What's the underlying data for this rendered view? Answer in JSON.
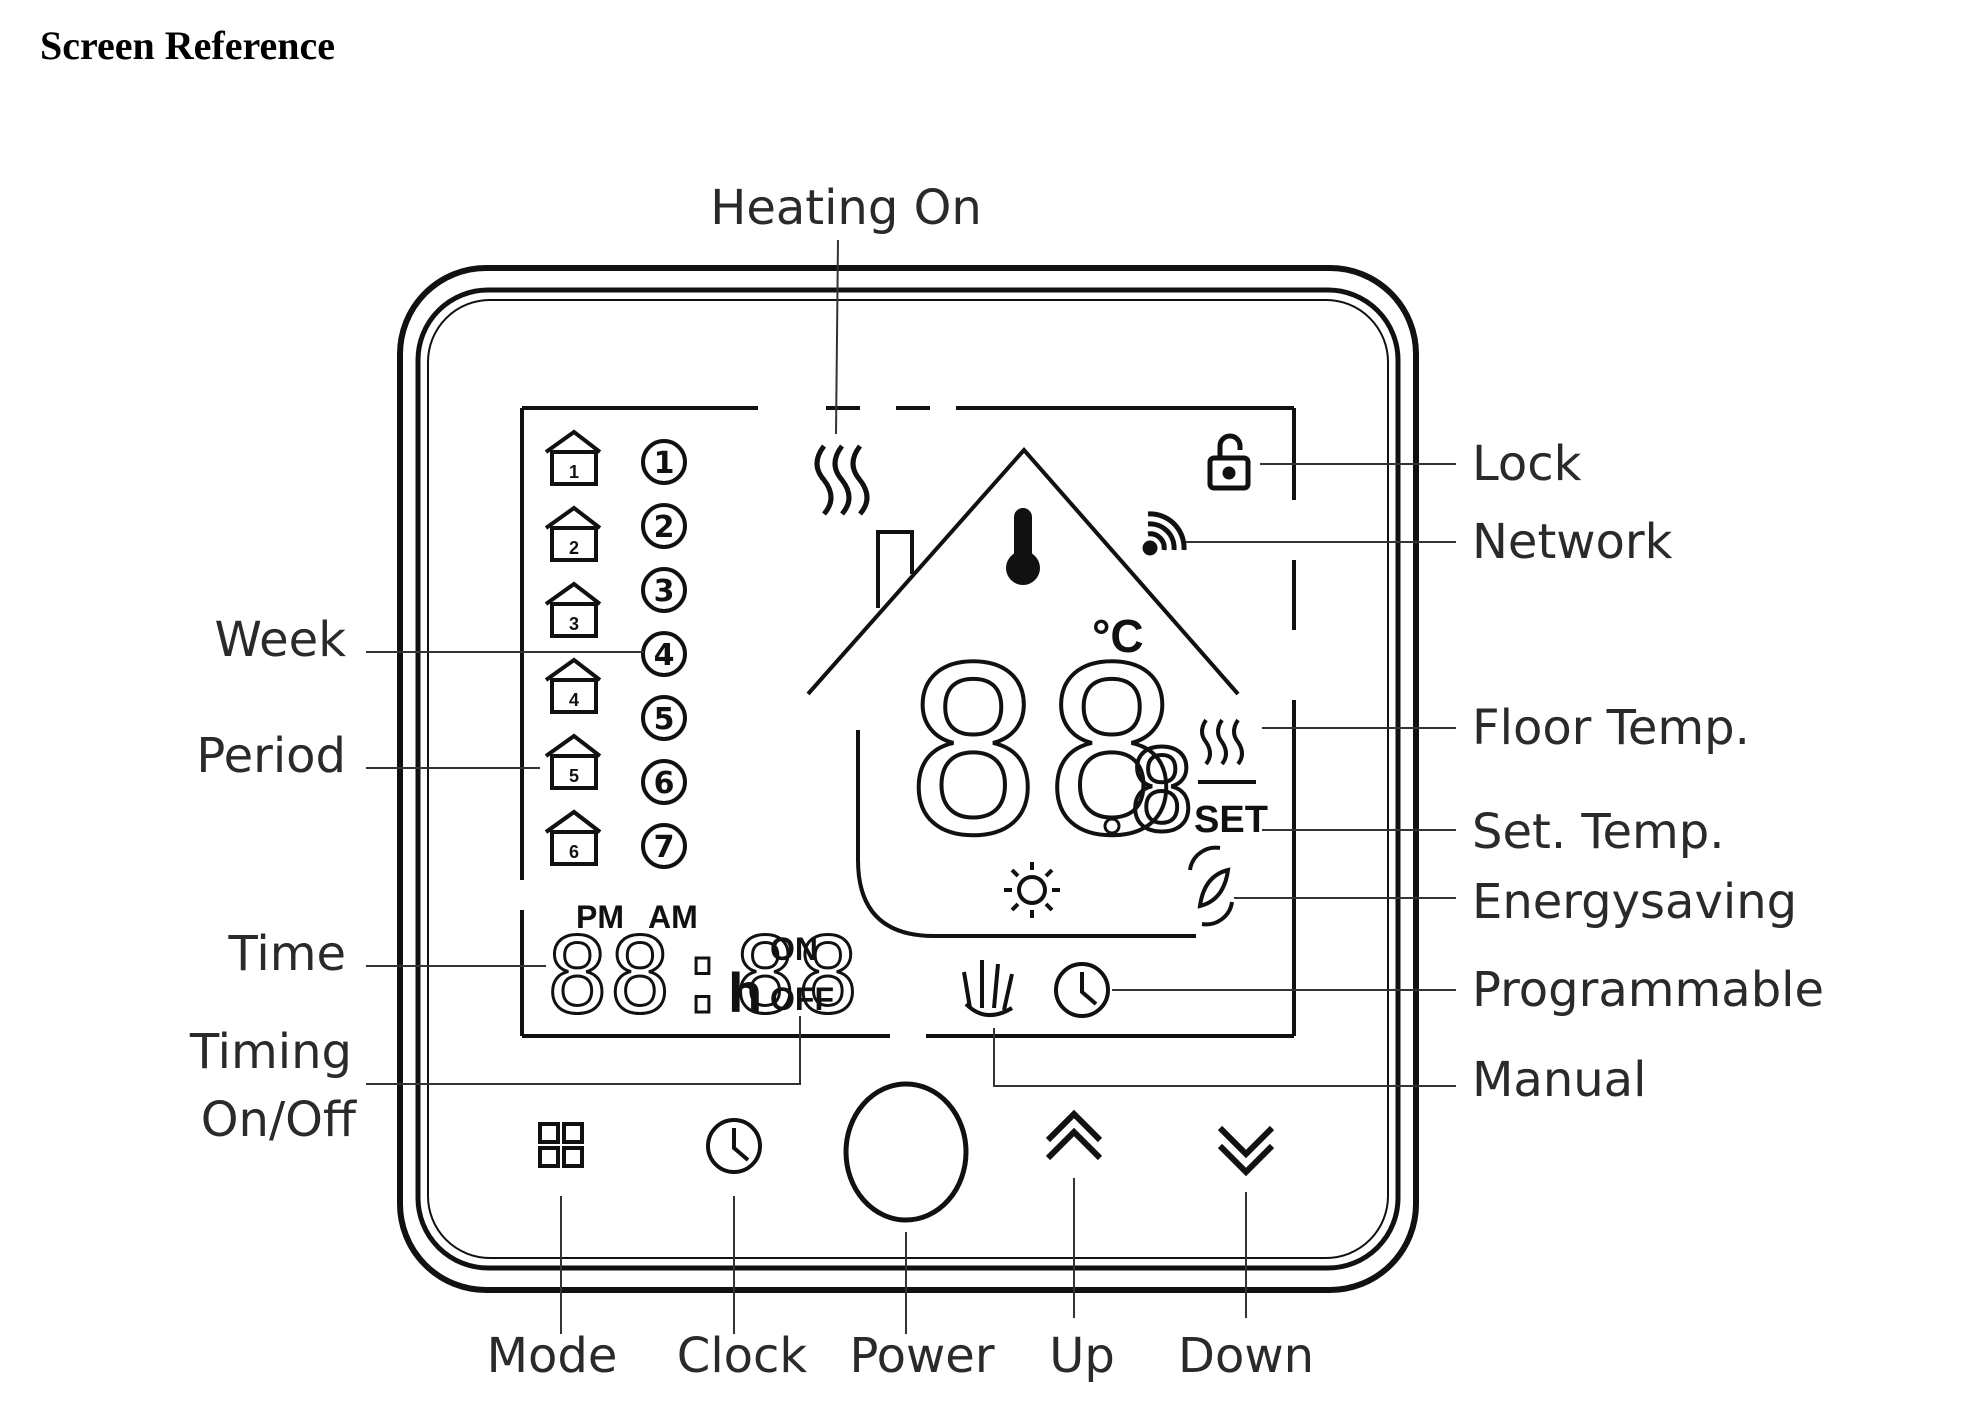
{
  "page": {
    "heading": "Screen Reference"
  },
  "callouts": {
    "heating_on": "Heating On",
    "lock": "Lock",
    "network": "Network",
    "week": "Week",
    "period": "Period",
    "floor_temp": "Floor Temp.",
    "set_temp": "Set. Temp.",
    "energysaving": "Energysaving",
    "time": "Time",
    "programmable": "Programmable",
    "timing_line1": "Timing",
    "timing_line2": "On/Off",
    "manual": "Manual",
    "mode": "Mode",
    "clock": "Clock",
    "power": "Power",
    "up": "Up",
    "down": "Down"
  },
  "lcd": {
    "week_numbers": [
      "1",
      "2",
      "3",
      "4",
      "5",
      "6",
      "7"
    ],
    "period_numbers": [
      "1",
      "2",
      "3",
      "4",
      "5",
      "6"
    ],
    "temp_digits": "88",
    "temp_decimal": "8",
    "temp_unit": "°C",
    "set_label": "SET",
    "pm_label": "PM",
    "am_label": "AM",
    "time_digits": "88:88",
    "hour_unit": "h",
    "on_label": "ON",
    "off_label": "OFF"
  },
  "icons": {
    "heating": "heating-waves-icon",
    "lock": "lock-icon",
    "network": "wifi-icon",
    "thermometer": "thermometer-icon",
    "floor_heat": "floor-heat-icon",
    "energysaving": "leaf-icon",
    "sun": "sun-icon",
    "manual": "hand-icon",
    "programmable": "clock-icon",
    "mode": "grid-icon",
    "clock": "clock-icon",
    "power": "power-ring-icon",
    "up": "double-chevron-up-icon",
    "down": "double-chevron-down-icon"
  }
}
